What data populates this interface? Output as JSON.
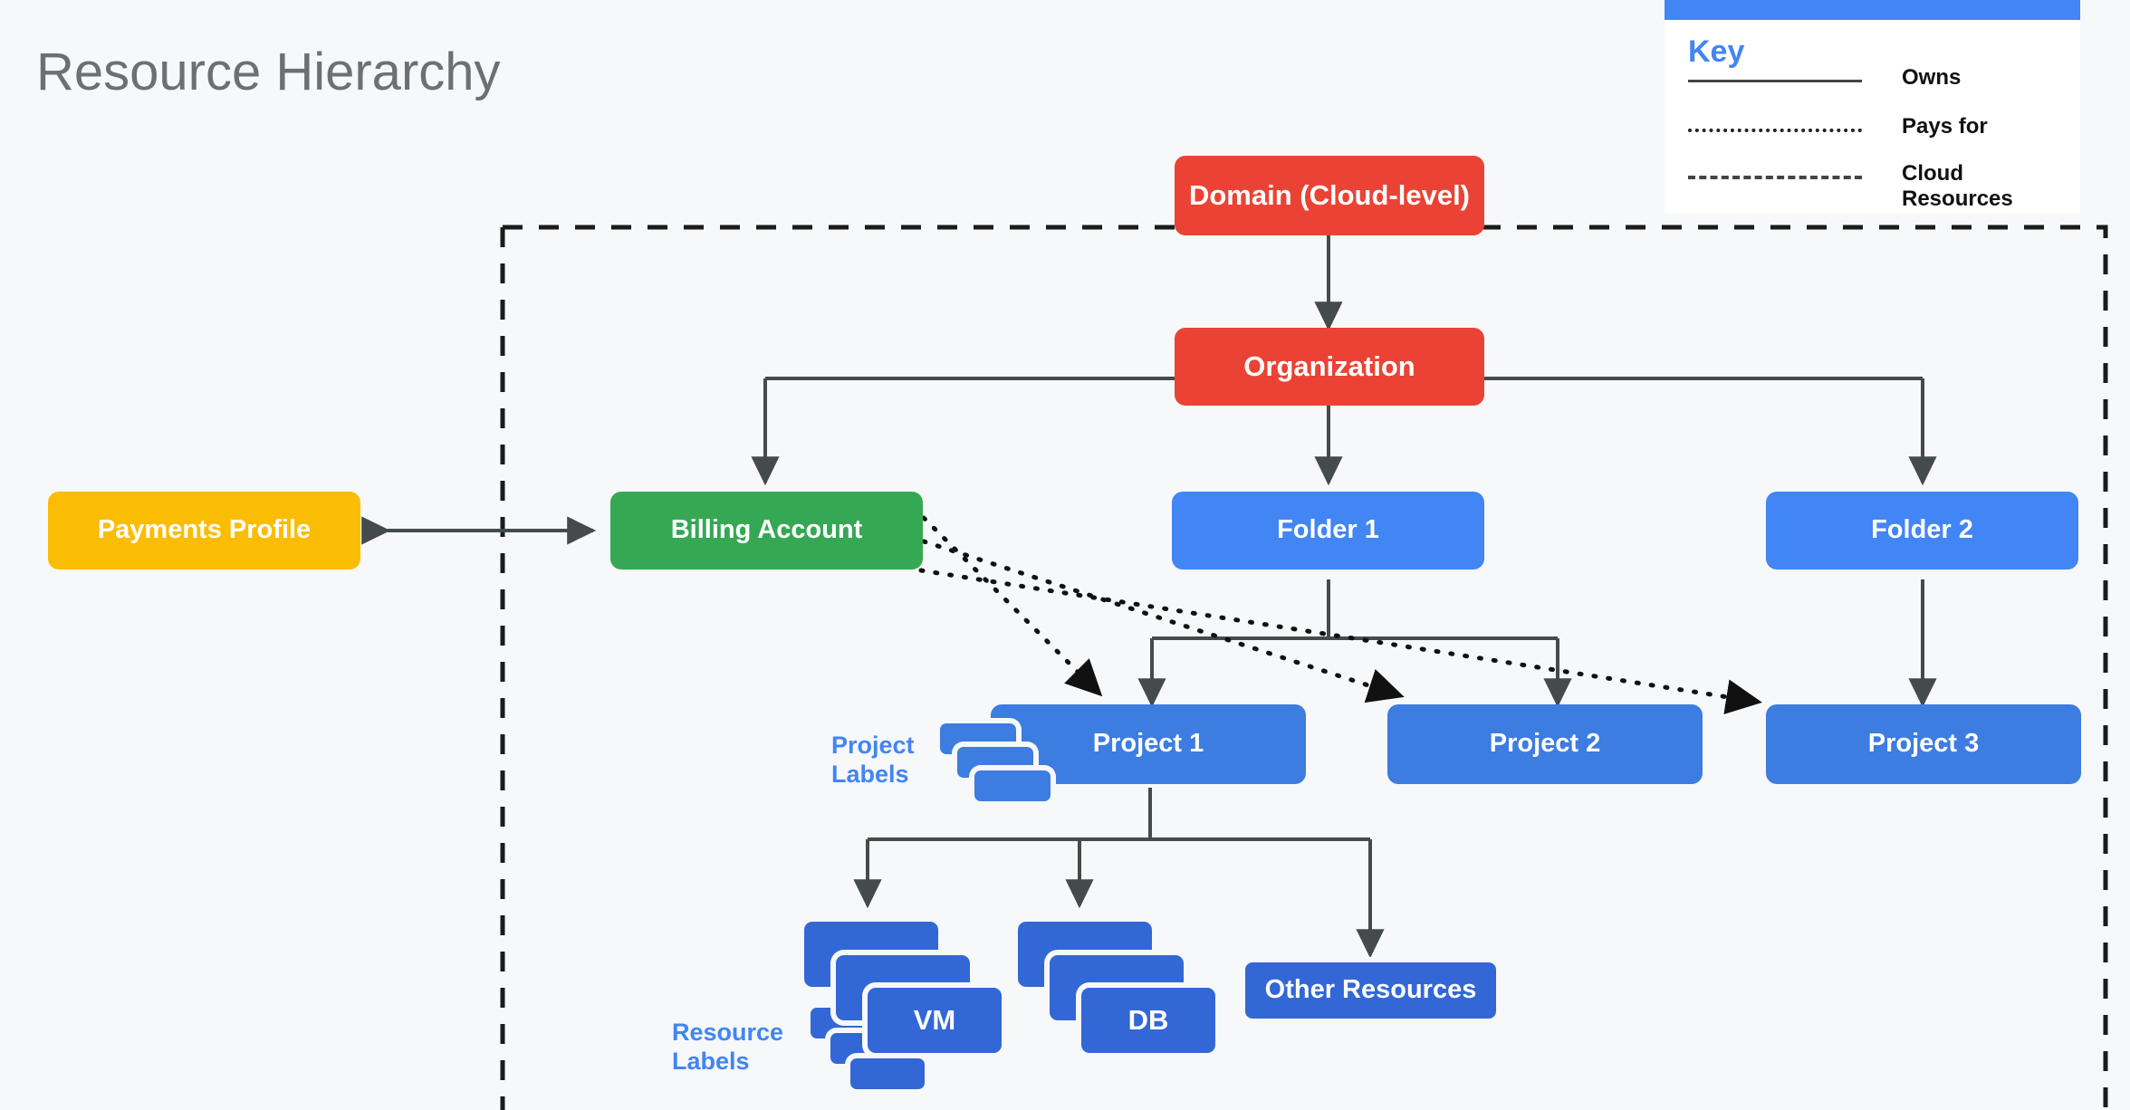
{
  "page": {
    "title": "Resource Hierarchy",
    "background_color": "#f6f8fa"
  },
  "legend": {
    "title": "Key",
    "accent_color": "#4285f4",
    "items": [
      {
        "style": "solid",
        "label": "Owns"
      },
      {
        "style": "dotted",
        "label": "Pays for"
      },
      {
        "style": "dashed",
        "label": "Cloud Resources"
      }
    ]
  },
  "boundary": {
    "name": "cloud-resources-boundary",
    "style": "dashed"
  },
  "nodes": {
    "domain": {
      "label": "Domain (Cloud-level)",
      "color": "#ea4335"
    },
    "organization": {
      "label": "Organization",
      "color": "#ea4335"
    },
    "payments_profile": {
      "label": "Payments Profile",
      "color": "#fbbc04"
    },
    "billing_account": {
      "label": "Billing Account",
      "color": "#34a853"
    },
    "folder1": {
      "label": "Folder 1",
      "color": "#4285f4"
    },
    "folder2": {
      "label": "Folder 2",
      "color": "#4285f4"
    },
    "project1": {
      "label": "Project 1",
      "color": "#3d7ce0"
    },
    "project2": {
      "label": "Project 2",
      "color": "#3d7ce0"
    },
    "project3": {
      "label": "Project 3",
      "color": "#3d7ce0"
    },
    "vm": {
      "label": "VM",
      "color": "#3367d6"
    },
    "db": {
      "label": "DB",
      "color": "#3367d6"
    },
    "other_resources": {
      "label": "Other Resources",
      "color": "#3367d6"
    }
  },
  "annotations": {
    "project_labels": "Project Labels",
    "project_labels_line1": "Project",
    "project_labels_line2": "Labels",
    "resource_labels": "Resource Labels",
    "resource_labels_line1": "Resource",
    "resource_labels_line2": "Labels",
    "label_color": "#4285f4"
  },
  "edges": [
    {
      "from": "organization",
      "to": "domain",
      "type": "owns",
      "arrows": "both"
    },
    {
      "from": "payments_profile",
      "to": "billing_account",
      "type": "owns",
      "arrows": "both"
    },
    {
      "from": "organization",
      "to": "billing_account",
      "type": "owns",
      "arrows": "to"
    },
    {
      "from": "organization",
      "to": "folder1",
      "type": "owns",
      "arrows": "to"
    },
    {
      "from": "organization",
      "to": "folder2",
      "type": "owns",
      "arrows": "to"
    },
    {
      "from": "folder1",
      "to": "project1",
      "type": "owns",
      "arrows": "to"
    },
    {
      "from": "folder1",
      "to": "project2",
      "type": "owns",
      "arrows": "to"
    },
    {
      "from": "folder2",
      "to": "project3",
      "type": "owns",
      "arrows": "to"
    },
    {
      "from": "project1",
      "to": "vm",
      "type": "owns",
      "arrows": "to"
    },
    {
      "from": "project1",
      "to": "db",
      "type": "owns",
      "arrows": "to"
    },
    {
      "from": "project1",
      "to": "other_resources",
      "type": "owns",
      "arrows": "to"
    },
    {
      "from": "billing_account",
      "to": "project1",
      "type": "pays-for",
      "arrows": "to"
    },
    {
      "from": "billing_account",
      "to": "project2",
      "type": "pays-for",
      "arrows": "to"
    },
    {
      "from": "billing_account",
      "to": "project3",
      "type": "pays-for",
      "arrows": "to"
    }
  ]
}
